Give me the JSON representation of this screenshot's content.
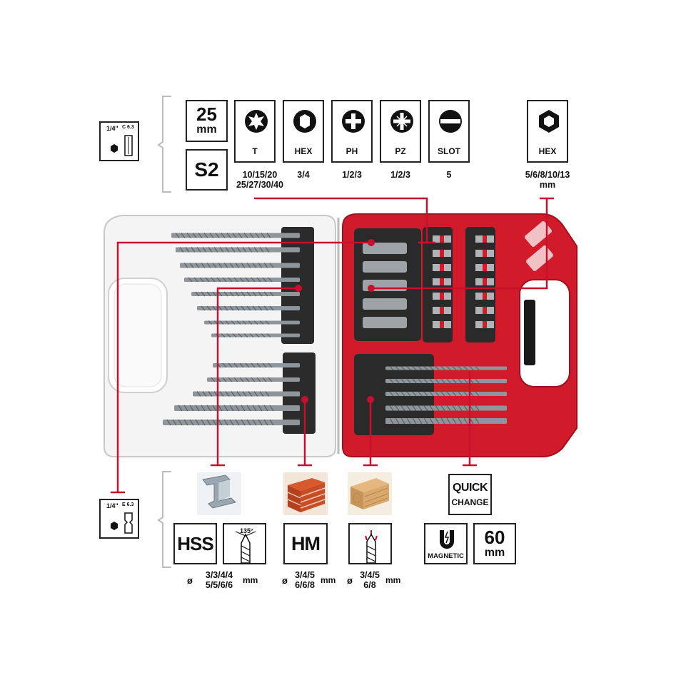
{
  "shank_top": {
    "size": "1/4\"",
    "code": "C 6.3"
  },
  "shank_bottom": {
    "size": "1/4\"",
    "code": "E 6.3"
  },
  "bit_length": {
    "value": "25",
    "unit": "mm"
  },
  "steel_grade": "S2",
  "bit_types": [
    {
      "icon": "torx-icon",
      "label": "T",
      "sizes": [
        "10/15/20",
        "25/27/30/40"
      ]
    },
    {
      "icon": "hex-socket-icon",
      "label": "HEX",
      "sizes": [
        "3/4"
      ]
    },
    {
      "icon": "phillips-icon",
      "label": "PH",
      "sizes": [
        "1/2/3"
      ]
    },
    {
      "icon": "pozidriv-icon",
      "label": "PZ",
      "sizes": [
        "1/2/3"
      ]
    },
    {
      "icon": "slot-icon",
      "label": "SLOT",
      "sizes": [
        "5"
      ]
    }
  ],
  "nut_setter": {
    "icon": "hex-nut-icon",
    "label": "HEX",
    "sizes": [
      "5/6/8/10/13",
      "mm"
    ]
  },
  "drills": [
    {
      "material": "steel-beam-icon",
      "label": "HSS",
      "angle": "135°",
      "sizes": [
        "3/3/4/4",
        "5/5/6/6"
      ],
      "symbol": "ø",
      "unit": "mm"
    },
    {
      "material": "brick-icon",
      "label": "HM",
      "sizes": [
        "3/4/5",
        "6/6/8"
      ],
      "symbol": "ø",
      "unit": "mm"
    },
    {
      "material": "wood-icon",
      "sizes": [
        "3/4/5",
        "6/8"
      ],
      "symbol": "ø",
      "unit": "mm"
    }
  ],
  "quick_change": {
    "line1": "QUICK",
    "line2": "CHANGE"
  },
  "magnetic": "MAGNETIC",
  "holder_length": {
    "value": "60",
    "unit": "mm"
  },
  "colors": {
    "accent": "#c8102e",
    "case_red": "#d11a2a",
    "ink": "#222222"
  }
}
